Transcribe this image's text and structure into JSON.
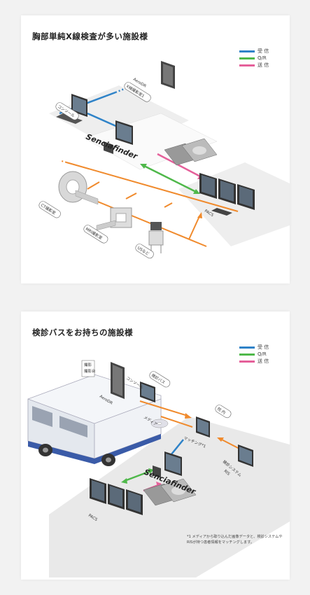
{
  "colors": {
    "receive": "#2f83c8",
    "qr": "#4fb84a",
    "send": "#e5609a",
    "network": "#f08a2c"
  },
  "legend": [
    {
      "key": "receive",
      "label": "受 信"
    },
    {
      "key": "qr",
      "label": "Q/R"
    },
    {
      "key": "send",
      "label": "送 信"
    }
  ],
  "section1": {
    "title": "胸部単純X線検査が多い施設様",
    "labels": {
      "aerodr": "AeroDR",
      "xray_room": "X線撮影室1",
      "console": "コンソール",
      "senciafinder": "Senciafinder",
      "ct": "CT撮影室",
      "mri": "MRI撮影室",
      "us": "USなど",
      "pacs": "PACS"
    }
  },
  "section2": {
    "title": "検診バスをお持ちの施設様",
    "labels": {
      "bus": "検診バス",
      "room": "撮影\n撮影台",
      "room_line1": "撮影",
      "room_line2": "撮影台",
      "console": "コンソール",
      "aerodr": "AeroDR",
      "media": "メディア",
      "hospital": "院 内",
      "matching": "マッチング*1",
      "ris_line1": "検診システム",
      "ris_line2": "RIS",
      "senciafinder": "Senciafinder",
      "pacs": "PACS"
    },
    "note": "*1 メディアから取り込んだ画像データと、検診システムやRISが持つ患者情報をマッチングします。"
  }
}
